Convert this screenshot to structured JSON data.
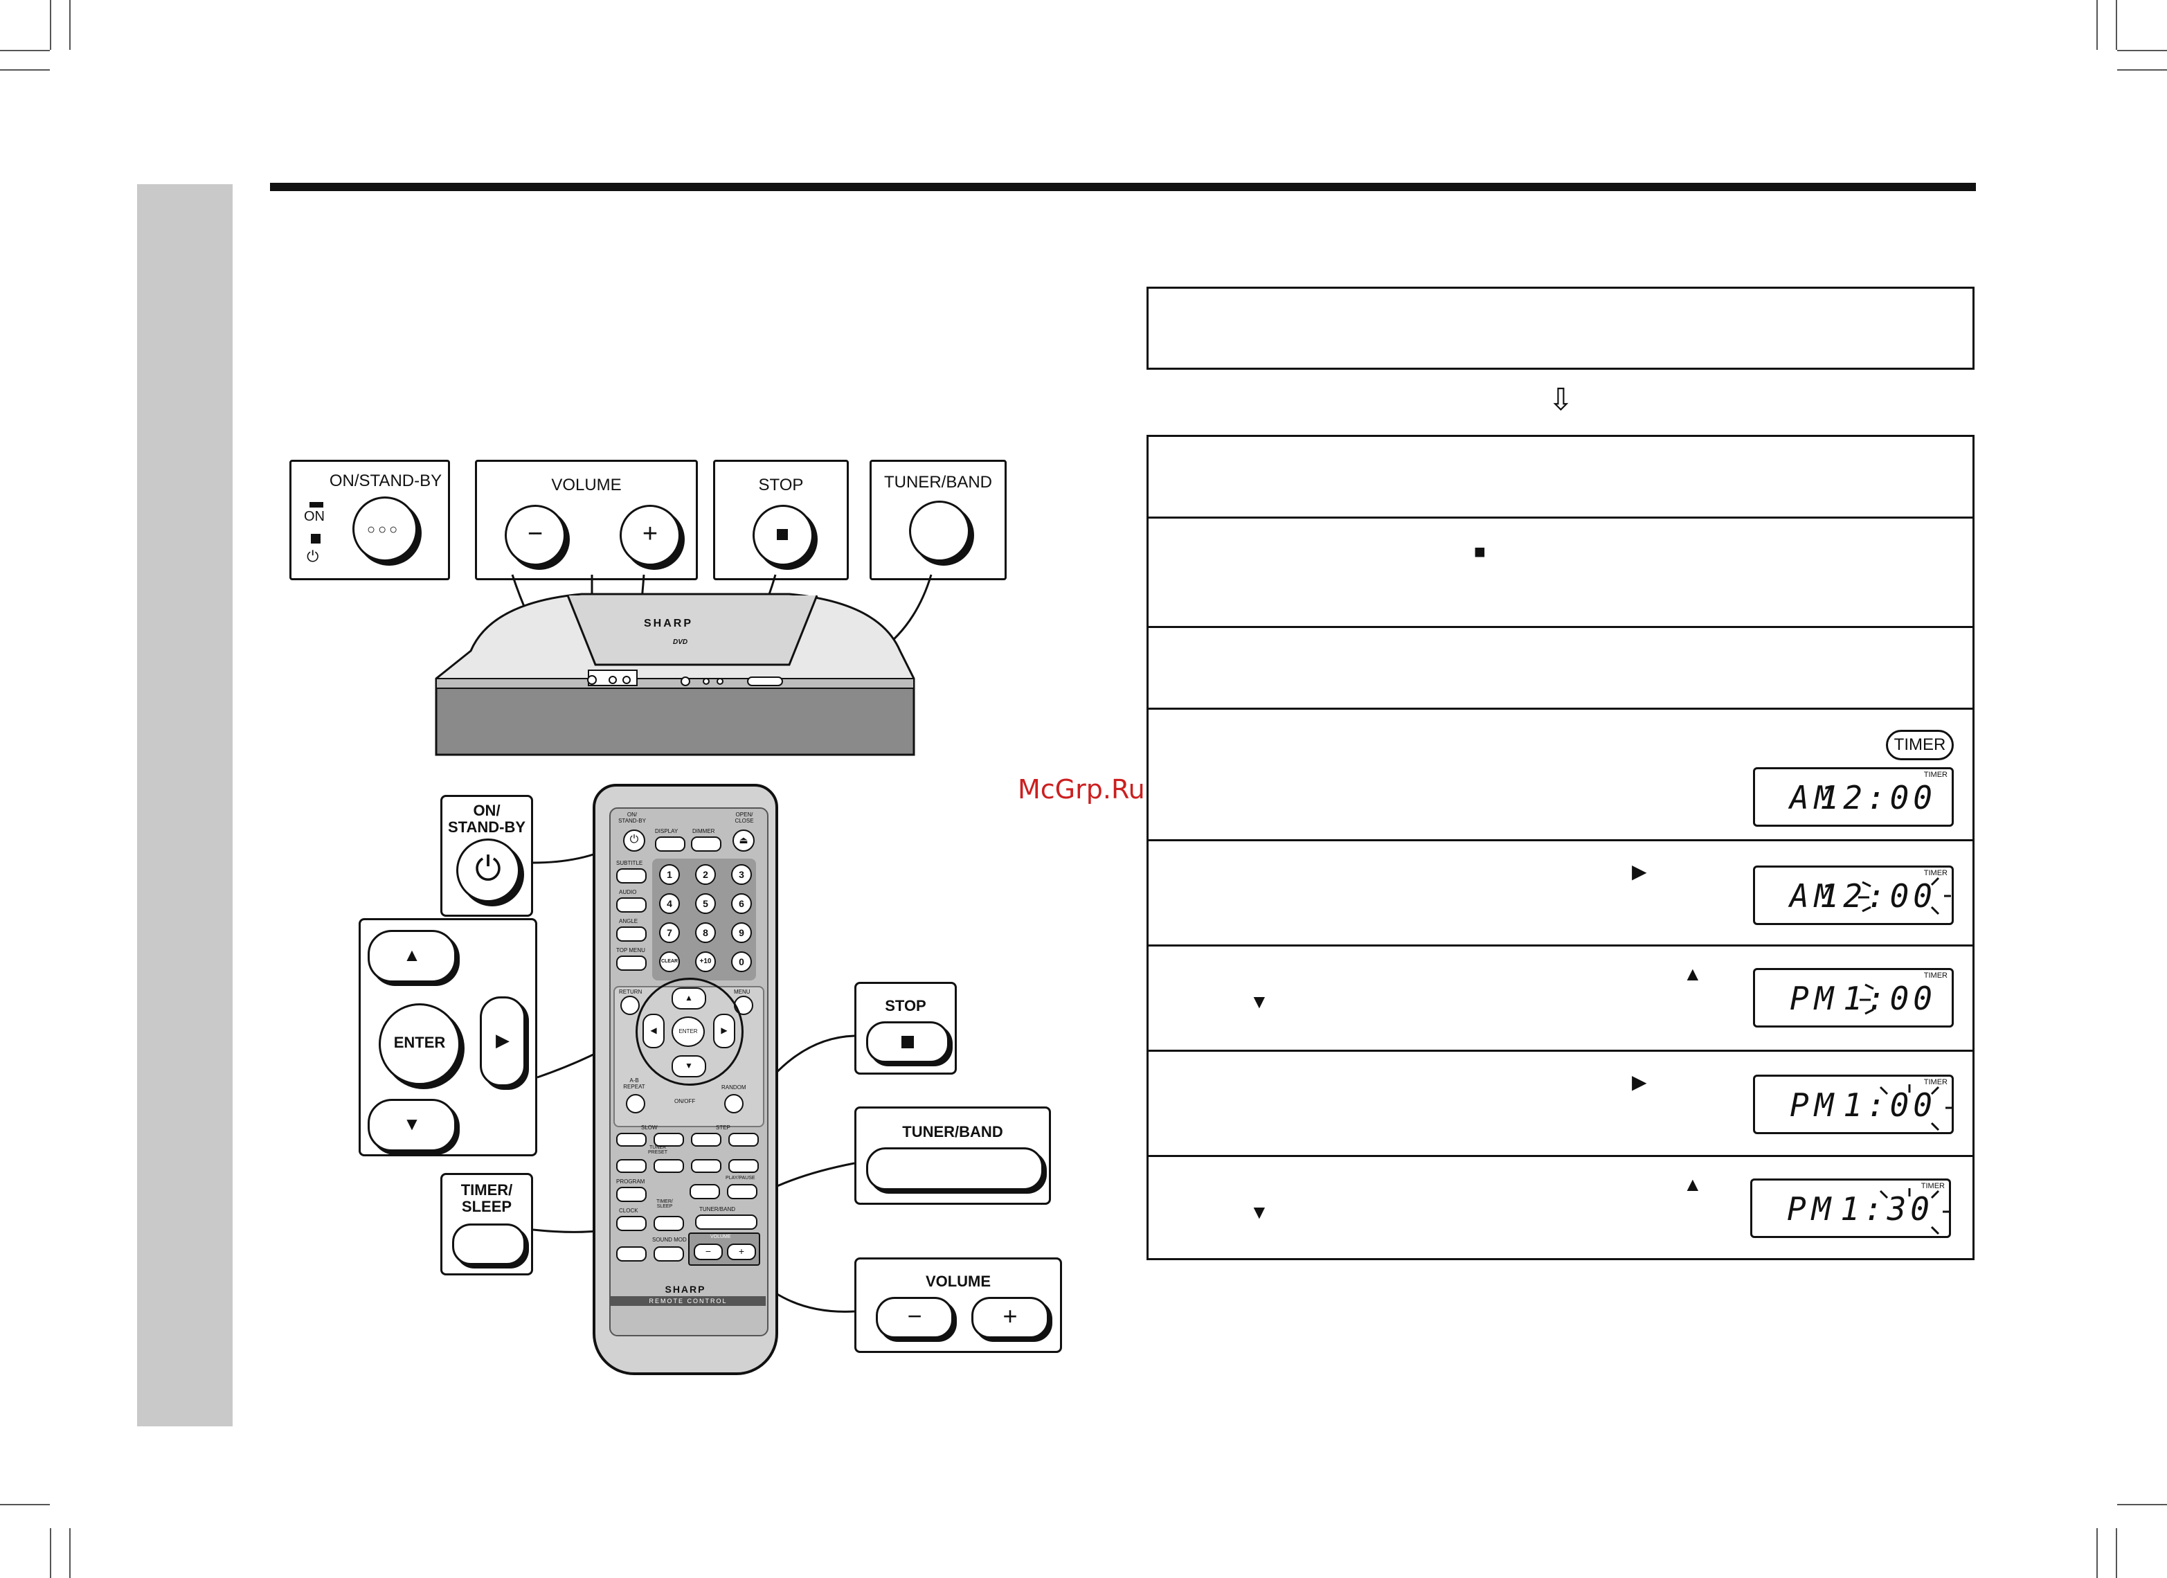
{
  "watermark": "McGrp.Ru",
  "front_panel": {
    "on_standby_label": "ON/STAND-BY",
    "on_label": "ON",
    "volume_label": "VOLUME",
    "volume_minus": "−",
    "volume_plus": "+",
    "stop_label": "STOP",
    "tuner_band_label": "TUNER/BAND",
    "brand": "SHARP",
    "dvd_logo": "DVD"
  },
  "remote_callouts": {
    "on_standby_label": "ON/\nSTAND-BY",
    "enter_label": "ENTER",
    "stop_label": "STOP",
    "tuner_band_label": "TUNER/BAND",
    "timer_sleep_label": "TIMER/\nSLEEP",
    "volume_label": "VOLUME",
    "volume_minus": "−",
    "volume_plus": "+"
  },
  "remote": {
    "brand": "SHARP",
    "caption": "REMOTE CONTROL",
    "keys": {
      "on_standby": "ON/\nSTAND-BY",
      "open_close": "OPEN/\nCLOSE",
      "display": "DISPLAY",
      "dimmer": "DIMMER",
      "subtitle": "SUBTITLE",
      "audio": "AUDIO",
      "angle": "ANGLE",
      "top_menu": "TOP MENU",
      "clear": "CLEAR",
      "plus10": "+10",
      "return": "RETURN",
      "menu": "MENU",
      "enter": "ENTER",
      "repeat": "REPEAT",
      "random": "RANDOM",
      "ab_repeat": "A-B\nREPEAT",
      "on_off": "ON/OFF",
      "slow": "SLOW",
      "step": "STEP",
      "tuner_preset": "TUNER\nPRESET",
      "program": "PROGRAM",
      "timer_sleep": "TIMER/\nSLEEP",
      "clock": "CLOCK",
      "tuner_band": "TUNER/BAND",
      "play_pause": "PLAY/PAUSE",
      "sound_mode": "SOUND MOD",
      "volume": "VOLUME"
    },
    "digits": [
      "1",
      "2",
      "3",
      "4",
      "5",
      "6",
      "7",
      "8",
      "9",
      "0"
    ]
  },
  "steps": {
    "stop_symbol": "■",
    "down_arrow": "⇩",
    "right_arrow": "▶",
    "up_arrow": "▲",
    "down_tri": "▼",
    "timer_badge": "TIMER",
    "lcd_tag": "TIMER",
    "displays": [
      {
        "ampm": "AM",
        "time": "12:00"
      },
      {
        "ampm": "AM",
        "time": "12:00"
      },
      {
        "ampm": "PM",
        "time": "1:00"
      },
      {
        "ampm": "PM",
        "time": "1:00"
      },
      {
        "ampm": "PM",
        "time": "1:30"
      }
    ]
  }
}
